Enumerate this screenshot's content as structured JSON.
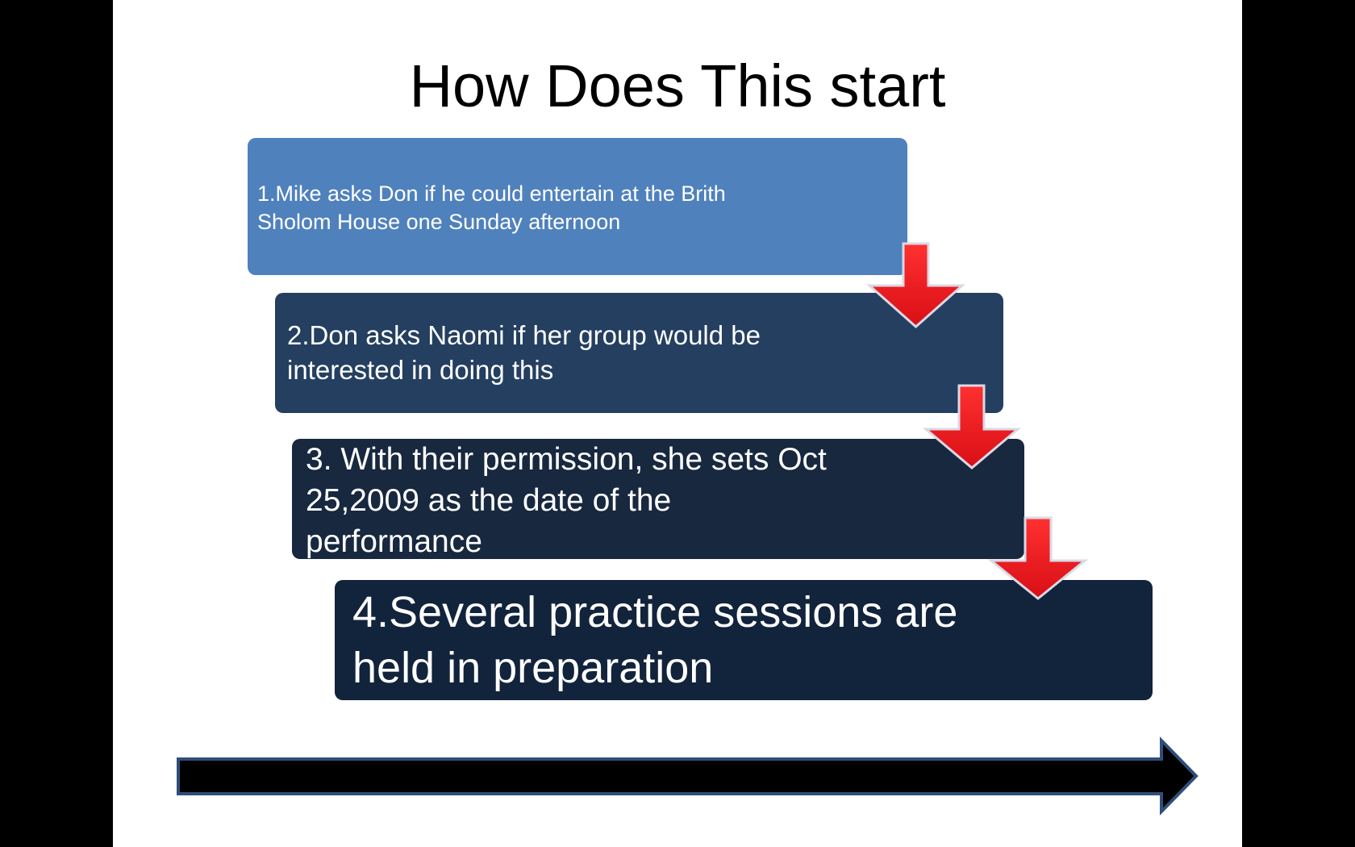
{
  "slide": {
    "title": "How Does This start",
    "steps": [
      {
        "text": "1.Mike asks Don if he could entertain at the Brith Sholom House one Sunday afternoon"
      },
      {
        "text": "2.Don asks Naomi if her group would be interested in doing this"
      },
      {
        "text": "3. With their permission, she sets Oct 25,2009 as the date of the performance"
      },
      {
        "text": "4.Several practice sessions are held in preparation"
      }
    ]
  },
  "colors": {
    "step1": "#4f81bd",
    "step2": "#243f60",
    "step3": "#17283f",
    "step4": "#12233c",
    "connector_arrow": "#e0141c",
    "timeline_arrow": "#000000"
  },
  "icons": {
    "connector": "down-arrow-icon",
    "timeline": "right-arrow-icon"
  }
}
